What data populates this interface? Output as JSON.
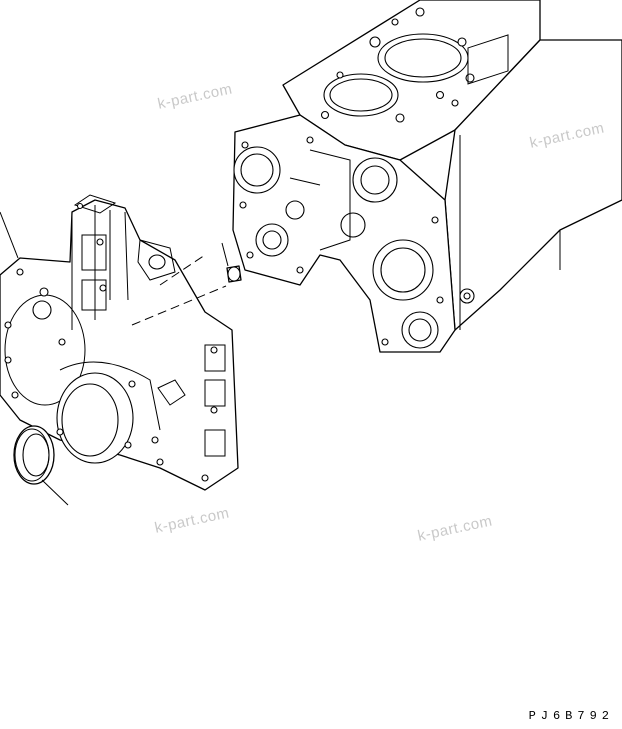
{
  "watermarks": [
    "k-part.com",
    "k-part.com",
    "k-part.com",
    "k-part.com"
  ],
  "drawing_code": "PJ6B792",
  "parts": {
    "cylinder_block": "cylinder-block",
    "front_cover": "front-cover",
    "oil_seal": "oil-seal",
    "plug": "plug"
  }
}
